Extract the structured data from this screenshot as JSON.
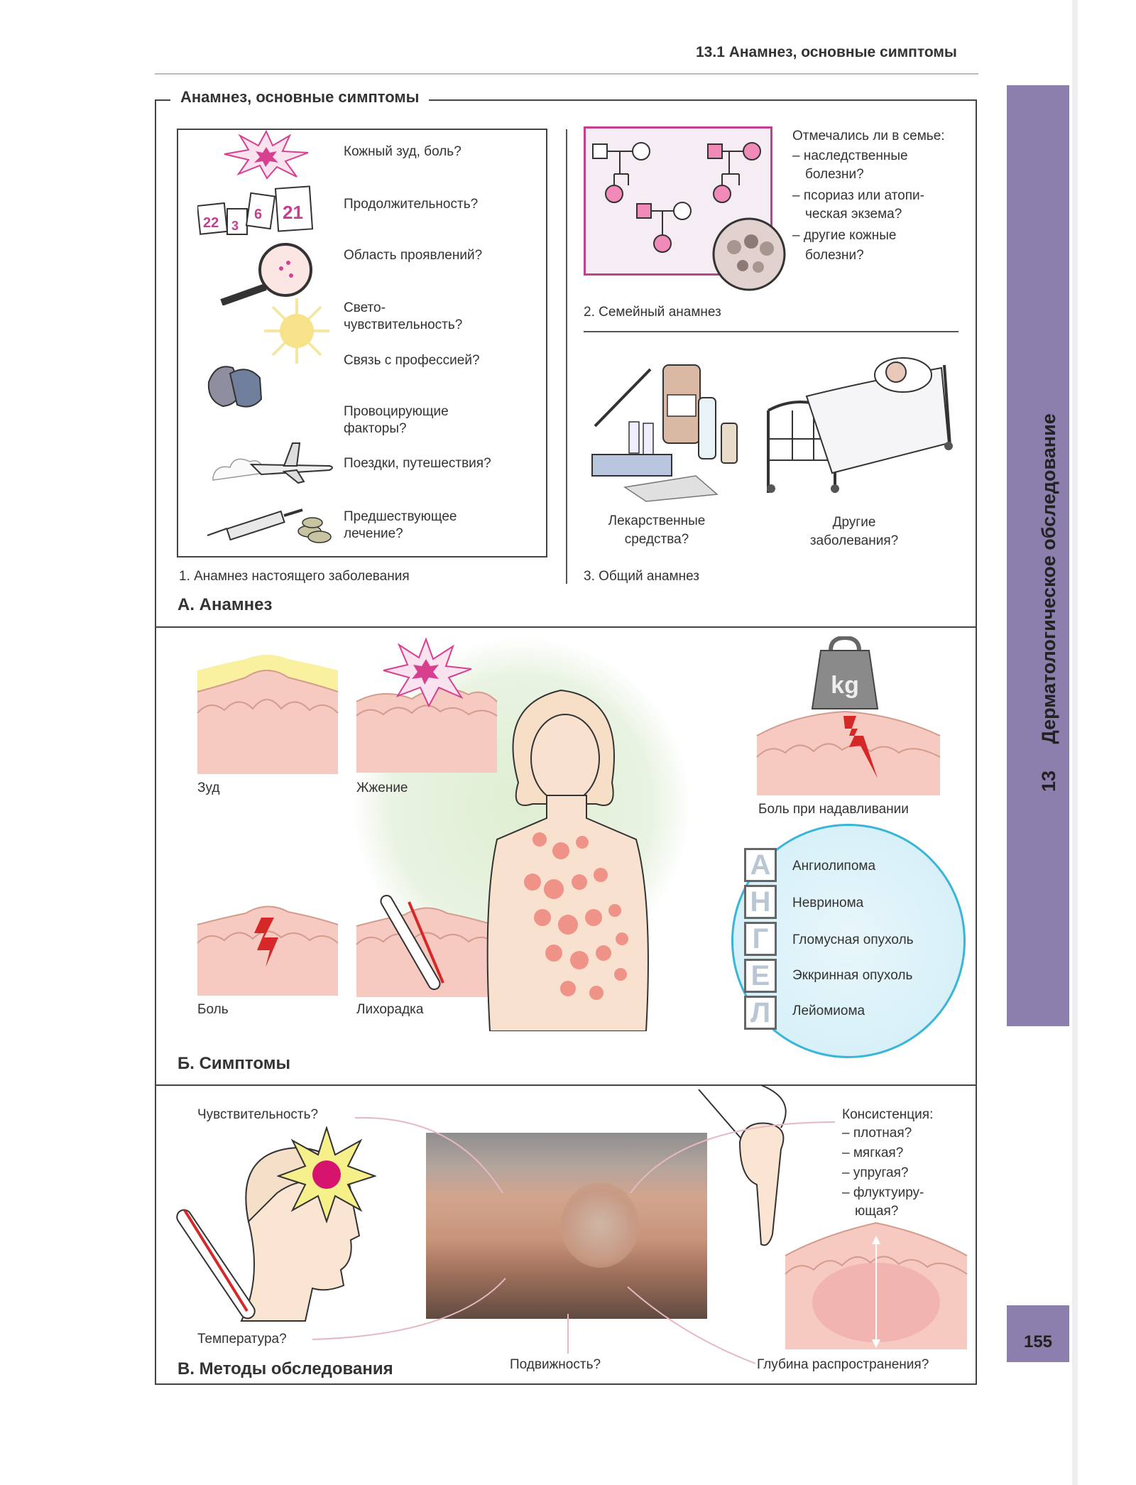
{
  "header": {
    "running_title": "13.1 Анамнез, основные симптомы"
  },
  "frame_title": "Анамнез, основные симптомы",
  "section_a": {
    "label": "А. Анамнез",
    "sub1": {
      "caption": "1. Анамнез настоящего заболевания",
      "questions": [
        "Кожный зуд, боль?",
        "Продолжительность?",
        "Область проявлений?",
        "Свето-",
        "чувствительность?",
        "Связь с профессией?",
        "Провоцирующие",
        "факторы?",
        "Поездки, путешествия?",
        "Предшествующее",
        "лечение?"
      ],
      "calendar": [
        "22",
        "3",
        "6",
        "21"
      ]
    },
    "sub2": {
      "caption": "2. Семейный анамнез",
      "lines": [
        "Отмечались ли в семье:",
        "– наследственные",
        "болезни?",
        "– псориаз или атопи-",
        "ческая экзема?",
        "– другие кожные",
        "болезни?"
      ]
    },
    "sub3": {
      "caption": "3. Общий анамнез",
      "drugs": [
        "Лекарственные",
        "средства?"
      ],
      "other": [
        "Другие",
        "заболевания?"
      ]
    }
  },
  "section_b": {
    "label": "Б. Симптомы",
    "panels": [
      "Зуд",
      "Жжение",
      "Боль",
      "Лихорадка"
    ],
    "pressure_pain": "Боль при надавливании",
    "weight_label": "kg",
    "letters": [
      "А",
      "Н",
      "Г",
      "Е",
      "Л"
    ],
    "tumors": [
      "Ангиолипома",
      "Невринома",
      "Гломусная опухоль",
      "Эккринная опухоль",
      "Лейомиома"
    ]
  },
  "section_c": {
    "label": "В. Методы обследования",
    "sensitivity": "Чувствительность?",
    "temperature": "Температура?",
    "mobility": "Подвижность?",
    "depth": "Глубина распространения?",
    "consistency": [
      "Консистенция:",
      "– плотная?",
      "– мягкая?",
      "– упругая?",
      "– флуктуиру-",
      "ющая?"
    ]
  },
  "sidebar": {
    "chapter_title": "Дерматологическое обследование",
    "chapter_number": "13"
  },
  "page_number": "155",
  "colors": {
    "sidebar": "#8c7fae",
    "magenta": "#d6408f",
    "pink_skin": "#f6c9c1",
    "yellow": "#f4e04a"
  }
}
